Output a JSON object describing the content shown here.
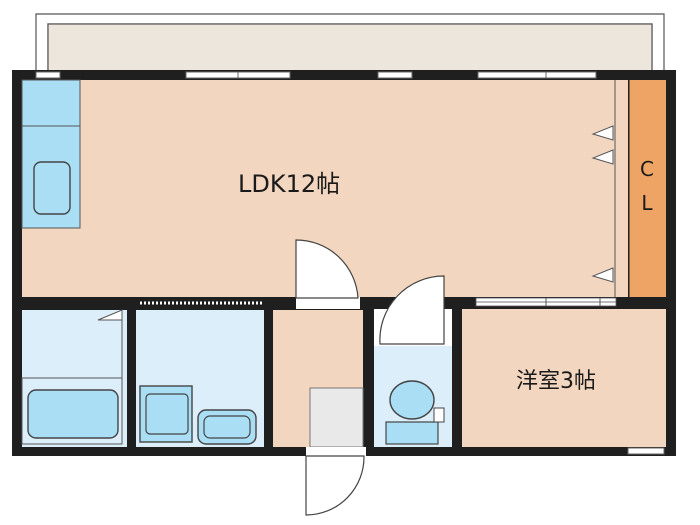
{
  "rooms": {
    "ldk": "LDK12帖",
    "closet_line1": "C",
    "closet_line2": "L",
    "western_room": "洋室3帖"
  },
  "colors": {
    "wall": "#1f1f1f",
    "floor_wood": "#f2d6bf",
    "floor_wet": "#dceefa",
    "fixture": "#a9def5",
    "closet": "#eda465",
    "balcony": "#ece6dd",
    "entry": "#e9e9e9"
  }
}
